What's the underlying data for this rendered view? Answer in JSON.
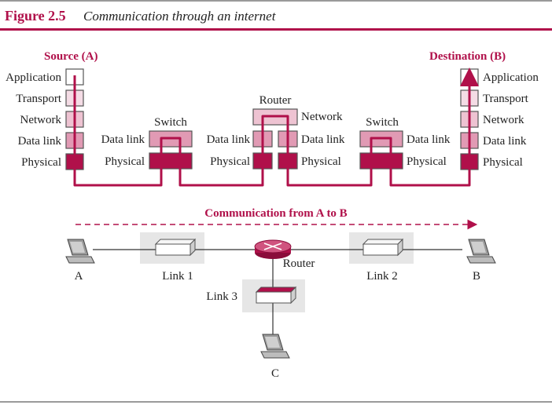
{
  "figure": {
    "number": "Figure 2.5",
    "caption": "Communication through an internet"
  },
  "top": {
    "source_title": "Source (A)",
    "destination_title": "Destination (B)",
    "source_layers": [
      "Application",
      "Transport",
      "Network",
      "Data link",
      "Physical"
    ],
    "destination_layers": [
      "Application",
      "Transport",
      "Network",
      "Data link",
      "Physical"
    ],
    "switch_label": "Switch",
    "router_label": "Router",
    "network": "Network",
    "data_link": "Data link",
    "physical": "Physical"
  },
  "bottom": {
    "flow_label": "Communication from A to B",
    "host_a": "A",
    "host_b": "B",
    "host_c": "C",
    "link1": "Link 1",
    "link2": "Link 2",
    "link3": "Link 3",
    "router": "Router"
  },
  "colors": {
    "accent": "#b0104a",
    "accent_light": "#e6a6bc",
    "accent_mid": "#d8809e",
    "panel": "#e4e4e4"
  }
}
